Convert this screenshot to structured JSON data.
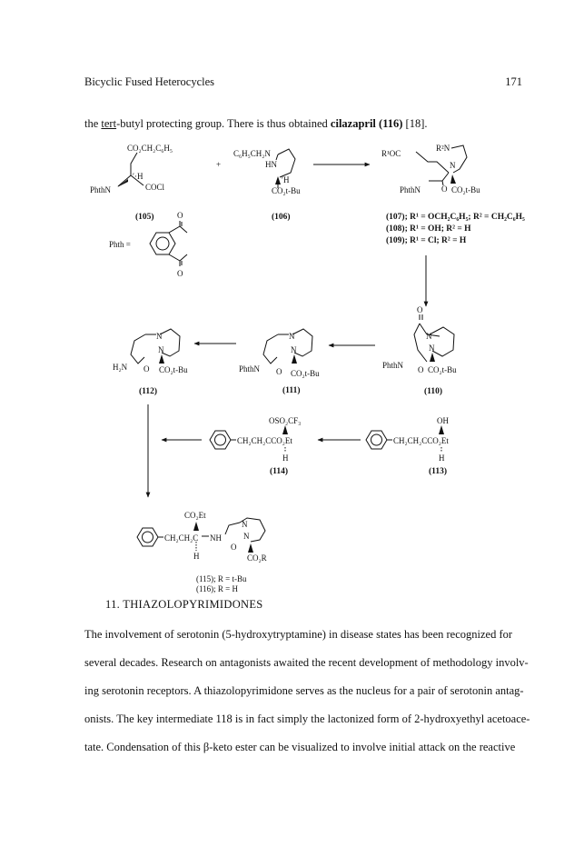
{
  "header": {
    "running_title": "Bicyclic Fused Heterocycles",
    "page_number": "171"
  },
  "intro": {
    "pre": "the ",
    "underlined": "tert",
    "mid": "-butyl protecting group.  There is thus obtained ",
    "compound": "cilazapril (116)",
    "post": " [18]."
  },
  "scheme": {
    "c105_sub": "CO₂CH₂C₆H₅",
    "c105_h": "′·H",
    "c105_phth": "PhthN",
    "c105_cocl": "COCl",
    "c105_label": "(105)",
    "plus": "+",
    "c106_sub": "C₆H₅CH₂N",
    "c106_hn": "HN",
    "c106_h": "′H",
    "c106_ester": "CO₂t-Bu",
    "c106_label": "(106)",
    "prod_r1": "R¹OC",
    "prod_r2": "R²N",
    "prod_n": "N",
    "prod_phth": "PhthN",
    "prod_o": "O",
    "prod_ester": "CO₂t-Bu",
    "def_107": "(107); R¹ = OCH₂C₆H₅; R² = CH₂C₆H₅",
    "def_108": "(108); R¹ = OH; R² = H",
    "def_109": "(109); R¹ = Cl; R² = H",
    "phth_def": "Phth  =",
    "o": "O",
    "n": "N",
    "c110_phth": "PhthN",
    "c110_o": "O",
    "c110_ester": "CO₂t-Bu",
    "c110_label": "(110)",
    "c111_phth": "PhthN",
    "c111_o": "O",
    "c111_ester": "CO₂t-Bu",
    "c111_label": "(111)",
    "c112_h2n": "H₂N",
    "c112_o": "O",
    "c112_ester": "CO₂t-Bu",
    "c112_label": "(112)",
    "c113_oh": "OH",
    "c113_chain": "CH₂CH₂CCO₂Et",
    "c113_h": "H",
    "c113_label": "(113)",
    "c114_otf": "OSO₂CF₃",
    "c114_chain": "CH₂CH₂CCO₂Et",
    "c114_h": "H",
    "c114_label": "(114)",
    "c115_ester": "CO₂Et",
    "c115_chain": "CH₂CH₂C",
    "c115_nh": "NH",
    "c115_h": "H",
    "c115_o": "O",
    "c115_co2r": "CO₂R",
    "def_115": "(115); R = t-Bu",
    "def_116": "(116); R = H"
  },
  "section_title": "11.  THIAZOLOPYRIMIDONES",
  "body_lines": [
    "The involvement of serotonin (5-hydroxytryptamine) in disease states has been recognized for",
    "several decades.  Research on antagonists awaited the recent development of methodology involv-",
    "ing serotonin receptors.  A thiazolopyrimidone serves as the nucleus for a pair of serotonin antag-",
    "onists.  The key intermediate 118 is in fact simply the lactonized form of 2-hydroxyethyl acetoace-",
    "tate.  Condensation of this  β-keto ester can be visualized to involve initial attack on the reactive"
  ]
}
